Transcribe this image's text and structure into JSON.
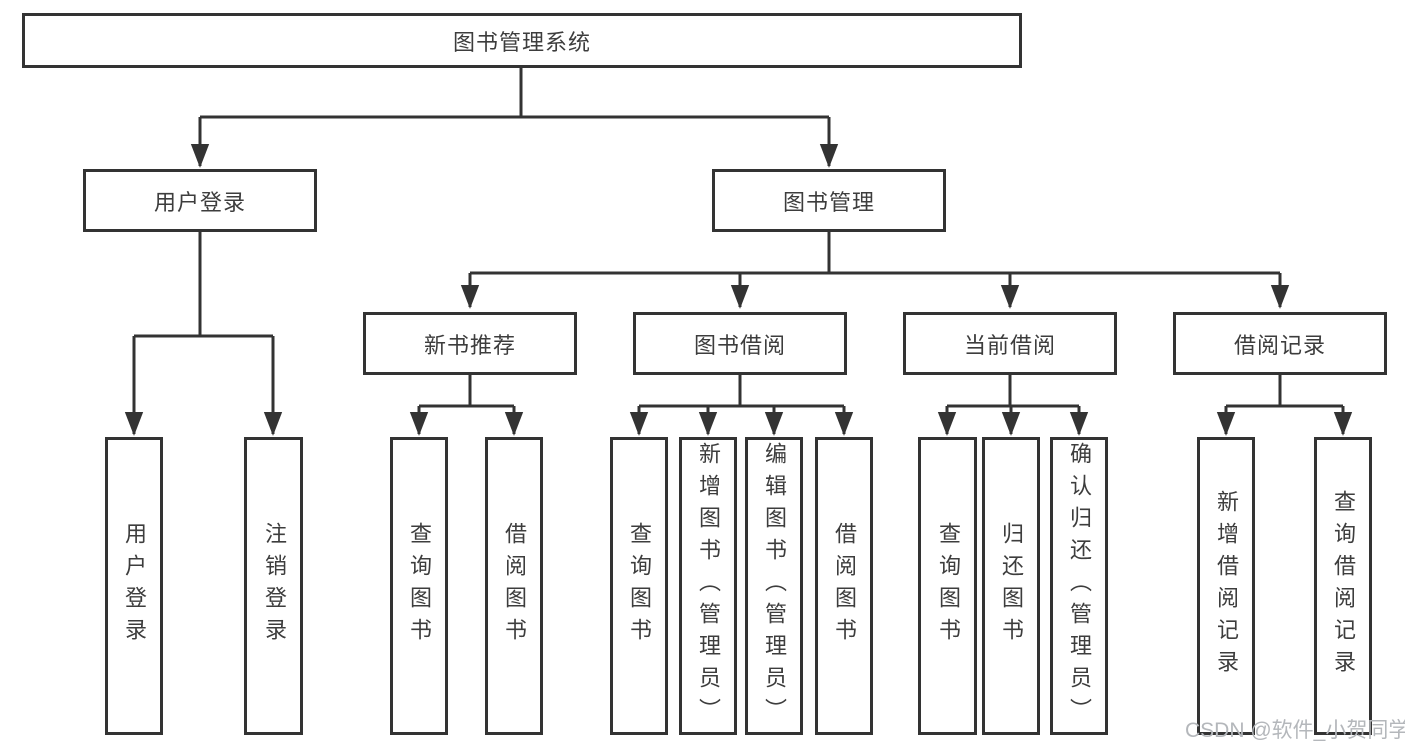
{
  "diagram": {
    "root": {
      "label": "图书管理系统"
    },
    "level2": [
      {
        "label": "用户登录",
        "parent": "图书管理系统"
      },
      {
        "label": "图书管理",
        "parent": "图书管理系统"
      }
    ],
    "level3": [
      {
        "label": "新书推荐",
        "parent": "图书管理"
      },
      {
        "label": "图书借阅",
        "parent": "图书管理"
      },
      {
        "label": "当前借阅",
        "parent": "图书管理"
      },
      {
        "label": "借阅记录",
        "parent": "图书管理"
      }
    ],
    "leaves": [
      {
        "label": "用户登录",
        "parent": "用户登录"
      },
      {
        "label": "注销登录",
        "parent": "用户登录"
      },
      {
        "label": "查询图书",
        "parent": "新书推荐"
      },
      {
        "label": "借阅图书",
        "parent": "新书推荐"
      },
      {
        "label": "查询图书",
        "parent": "图书借阅"
      },
      {
        "label": "新增图书（管理员）",
        "parent": "图书借阅"
      },
      {
        "label": "编辑图书（管理员）",
        "parent": "图书借阅"
      },
      {
        "label": "借阅图书",
        "parent": "图书借阅"
      },
      {
        "label": "查询图书",
        "parent": "当前借阅"
      },
      {
        "label": "归还图书",
        "parent": "当前借阅"
      },
      {
        "label": "确认归还（管理员）",
        "parent": "当前借阅"
      },
      {
        "label": "新增借阅记录",
        "parent": "借阅记录"
      },
      {
        "label": "查询借阅记录",
        "parent": "借阅记录"
      }
    ]
  },
  "watermark": {
    "text": "CSDN @软件_小贺同学"
  },
  "colors": {
    "line": "#333333",
    "text": "#3d3d3d",
    "box_background": "#ffffff",
    "watermark": "#b4b7bb",
    "page_background": "#ffffff"
  }
}
